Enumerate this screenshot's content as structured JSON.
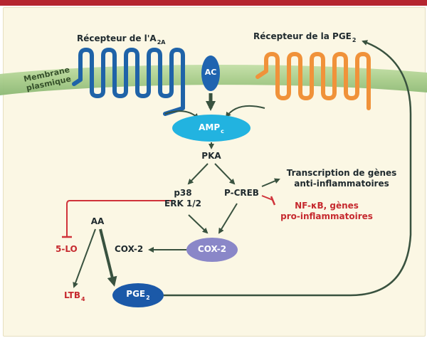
{
  "receptor_a2a": {
    "prefix": "Récepteur de l'A",
    "sub": "2A"
  },
  "receptor_pge2": {
    "prefix": "Récepteur de la PGE",
    "sub": "2"
  },
  "membrane": {
    "line1": "Membrane",
    "line2": "plasmique"
  },
  "ac": "AC",
  "amp": {
    "prefix": "AMP",
    "sub": "c"
  },
  "pka": "PKA",
  "p38_erk": {
    "line1": "p38",
    "line2": "ERK 1/2"
  },
  "pcreb": "P-CREB",
  "transcription": {
    "line1": "Transcription de gènes",
    "line2": "anti-inflammatoires"
  },
  "nfkb": {
    "line1": "NF-κB, gènes",
    "line2": "pro-inflammatoires"
  },
  "aa": "AA",
  "five_lo": "5-LO",
  "cox2_text": "COX-2",
  "cox2_oval": "COX-2",
  "ltb4": {
    "prefix": "LTB",
    "sub": "4"
  },
  "pge2_oval": {
    "prefix": "PGE",
    "sub": "2"
  },
  "colors": {
    "membrane": "#a7cc8a",
    "receptor_a2a": "#1f63a8",
    "receptor_pge2": "#f0923a",
    "ac_oval": "#1f64b0",
    "amp_oval": "#22b3e0",
    "cox2_oval": "#8a87c8",
    "pge2_oval": "#1b59a8",
    "arrow_dark": "#39523f",
    "inhibit_red": "#d0333a",
    "text_red": "#c62a2f",
    "top_bar": "#b5252f",
    "background": "#fbf7e4"
  }
}
